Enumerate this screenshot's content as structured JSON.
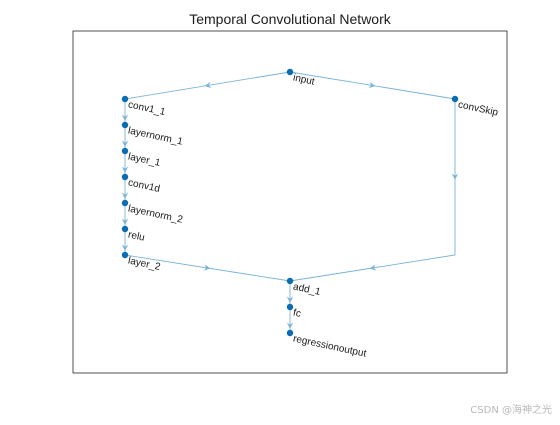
{
  "title": "Temporal Convolutional Network",
  "colors": {
    "edge": "#7ab3d9",
    "node": "#0a6db2",
    "axes": "#262626",
    "text": "#1a1a1a"
  },
  "nodes": [
    {
      "id": "input",
      "label": "input"
    },
    {
      "id": "conv1_1",
      "label": "conv1_1"
    },
    {
      "id": "layernorm_1",
      "label": "layernorm_1"
    },
    {
      "id": "layer_1",
      "label": "layer_1"
    },
    {
      "id": "conv1d",
      "label": "conv1d"
    },
    {
      "id": "layernorm_2",
      "label": "layernorm_2"
    },
    {
      "id": "relu",
      "label": "relu"
    },
    {
      "id": "layer_2",
      "label": "layer_2"
    },
    {
      "id": "convSkip",
      "label": "convSkip"
    },
    {
      "id": "add_1",
      "label": "add_1"
    },
    {
      "id": "fc",
      "label": "fc"
    },
    {
      "id": "regressionoutput",
      "label": "regressionoutput"
    }
  ],
  "edges": [
    {
      "from": "input",
      "to": "conv1_1"
    },
    {
      "from": "input",
      "to": "convSkip"
    },
    {
      "from": "conv1_1",
      "to": "layernorm_1"
    },
    {
      "from": "layernorm_1",
      "to": "layer_1"
    },
    {
      "from": "layer_1",
      "to": "conv1d"
    },
    {
      "from": "conv1d",
      "to": "layernorm_2"
    },
    {
      "from": "layernorm_2",
      "to": "relu"
    },
    {
      "from": "relu",
      "to": "layer_2"
    },
    {
      "from": "layer_2",
      "to": "add_1"
    },
    {
      "from": "convSkip",
      "to": "add_1"
    },
    {
      "from": "add_1",
      "to": "fc"
    },
    {
      "from": "fc",
      "to": "regressionoutput"
    }
  ],
  "watermark": "CSDN @海神之光"
}
